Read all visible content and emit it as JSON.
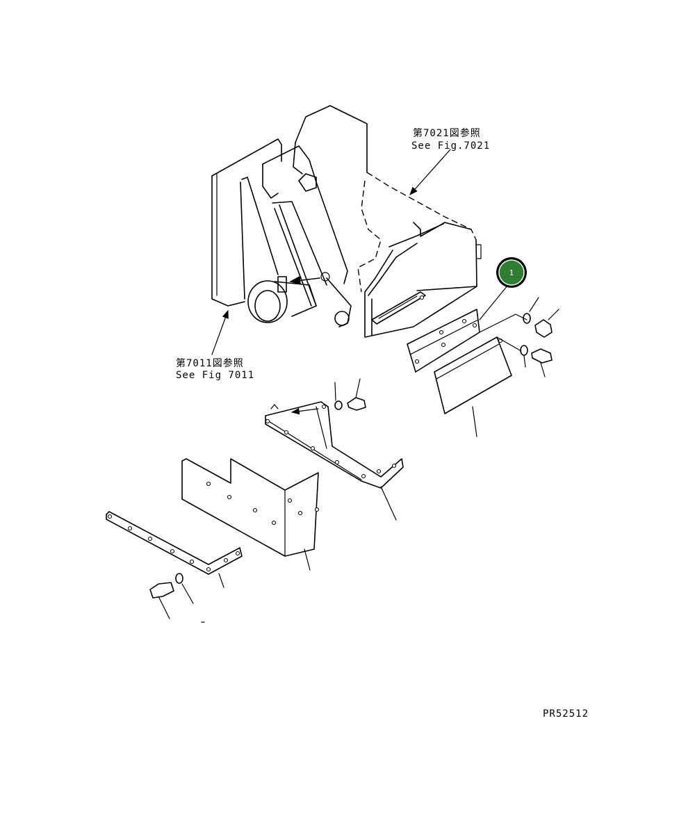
{
  "labels": {
    "ref_7021_jp": "第7021図参照",
    "ref_7021_en": "See Fig.7021",
    "ref_7011_jp": "第7011図参照",
    "ref_7011_en": "See Fig 7011",
    "drawing_number": "PR52512"
  },
  "callout": {
    "number": "1",
    "color": "#2e7d32",
    "ring_color": "#000000"
  }
}
